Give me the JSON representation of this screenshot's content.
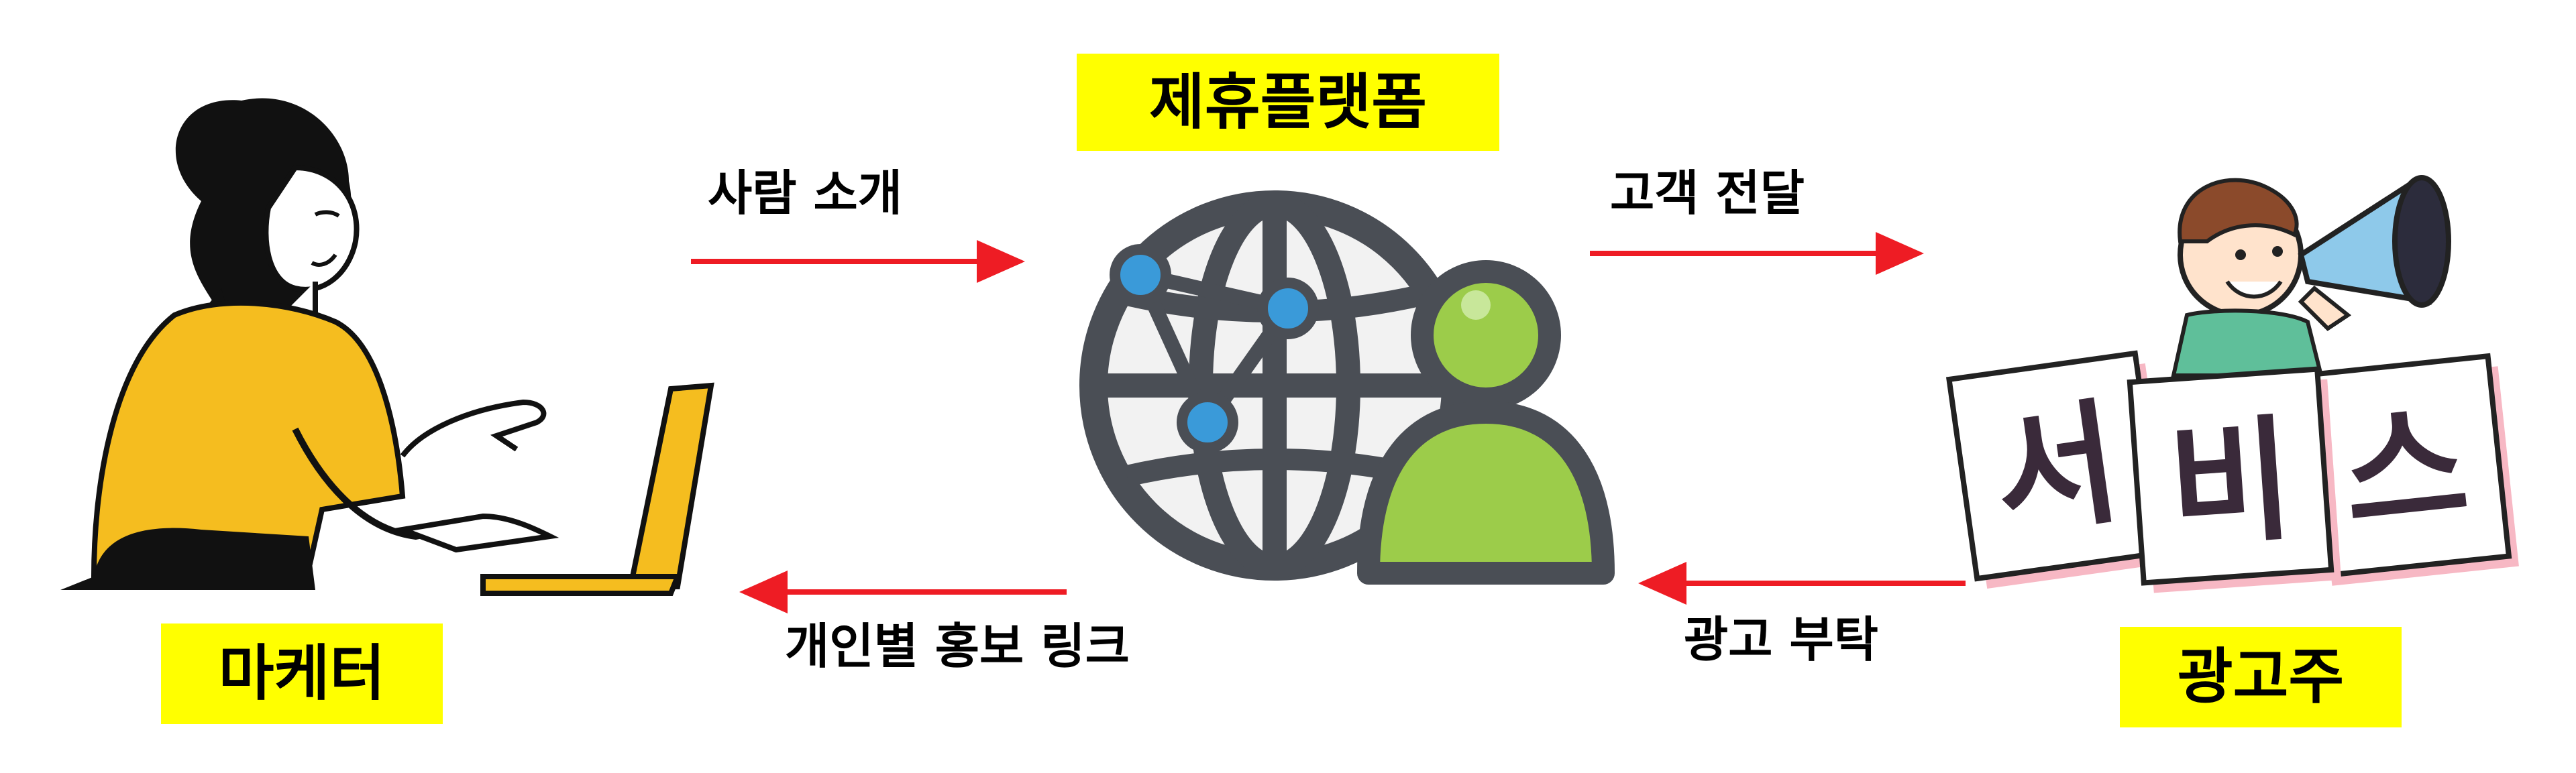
{
  "nodes": {
    "platform": {
      "label": "제휴플랫폼"
    },
    "marketer": {
      "label": "마케터"
    },
    "advertiser": {
      "label": "광고주"
    }
  },
  "edges": {
    "intro": {
      "label": "사람 소개"
    },
    "deliver": {
      "label": "고객 전달"
    },
    "link": {
      "label": "개인별 홍보 링크"
    },
    "request": {
      "label": "광고 부탁"
    }
  },
  "cards": [
    "서",
    "비",
    "스"
  ],
  "colors": {
    "arrow": "#ee1c24",
    "highlight": "#ffff00",
    "person": "#9ccc4a",
    "globe": "#4a4e55",
    "node": "#3a9ad9"
  }
}
